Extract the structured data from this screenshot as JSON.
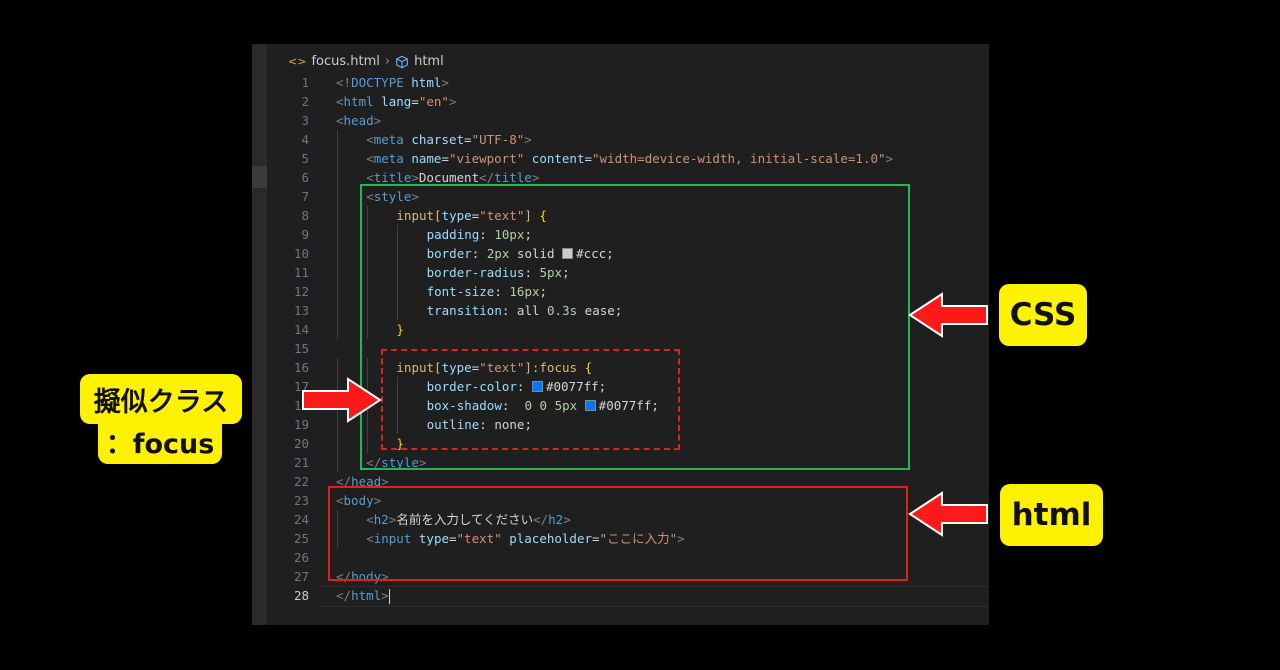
{
  "breadcrumb": {
    "file": "focus.html",
    "symbol": "html"
  },
  "code_lines": [
    [
      [
        "<!",
        "t-punc"
      ],
      [
        "DOCTYPE",
        "t-tag"
      ],
      [
        " ",
        "t-txt"
      ],
      [
        "html",
        "t-attr"
      ],
      [
        ">",
        "t-punc"
      ]
    ],
    [
      [
        "<",
        "t-punc"
      ],
      [
        "html",
        "t-tag"
      ],
      [
        " ",
        "t-txt"
      ],
      [
        "lang",
        "t-attr"
      ],
      [
        "=",
        "t-txt"
      ],
      [
        "\"en\"",
        "t-str"
      ],
      [
        ">",
        "t-punc"
      ]
    ],
    [
      [
        "<",
        "t-punc"
      ],
      [
        "head",
        "t-tag"
      ],
      [
        ">",
        "t-punc"
      ]
    ],
    [
      [
        "<",
        "t-punc"
      ],
      [
        "meta",
        "t-tag"
      ],
      [
        " ",
        "t-txt"
      ],
      [
        "charset",
        "t-attr"
      ],
      [
        "=",
        "t-txt"
      ],
      [
        "\"UTF-8\"",
        "t-str"
      ],
      [
        ">",
        "t-punc"
      ]
    ],
    [
      [
        "<",
        "t-punc"
      ],
      [
        "meta",
        "t-tag"
      ],
      [
        " ",
        "t-txt"
      ],
      [
        "name",
        "t-attr"
      ],
      [
        "=",
        "t-txt"
      ],
      [
        "\"viewport\"",
        "t-str"
      ],
      [
        " ",
        "t-txt"
      ],
      [
        "content",
        "t-attr"
      ],
      [
        "=",
        "t-txt"
      ],
      [
        "\"width=device-width, initial-scale=1.0\"",
        "t-str"
      ],
      [
        ">",
        "t-punc"
      ]
    ],
    [
      [
        "<",
        "t-punc"
      ],
      [
        "title",
        "t-tag"
      ],
      [
        ">",
        "t-punc"
      ],
      [
        "Document",
        "t-txt"
      ],
      [
        "</",
        "t-punc"
      ],
      [
        "title",
        "t-tag"
      ],
      [
        ">",
        "t-punc"
      ]
    ],
    [
      [
        "<",
        "t-punc"
      ],
      [
        "style",
        "t-tag"
      ],
      [
        ">",
        "t-punc"
      ]
    ],
    [
      [
        "input",
        "t-sel"
      ],
      [
        "[",
        "t-sel"
      ],
      [
        "type",
        "t-attr"
      ],
      [
        "=",
        "t-txt"
      ],
      [
        "\"text\"",
        "t-str"
      ],
      [
        "]",
        "t-sel"
      ],
      [
        " ",
        "t-txt"
      ],
      [
        "{",
        "t-brace"
      ]
    ],
    [
      [
        "padding",
        "t-prop"
      ],
      [
        ": ",
        "t-txt"
      ],
      [
        "10px",
        "t-num"
      ],
      [
        ";",
        "t-txt"
      ]
    ],
    [
      [
        "border",
        "t-prop"
      ],
      [
        ": ",
        "t-txt"
      ],
      [
        "2px",
        "t-num"
      ],
      [
        " solid ",
        "t-val"
      ],
      [
        "#cccccc",
        "swatch"
      ],
      [
        "#ccc",
        "t-val"
      ],
      [
        ";",
        "t-txt"
      ]
    ],
    [
      [
        "border-radius",
        "t-prop"
      ],
      [
        ": ",
        "t-txt"
      ],
      [
        "5px",
        "t-num"
      ],
      [
        ";",
        "t-txt"
      ]
    ],
    [
      [
        "font-size",
        "t-prop"
      ],
      [
        ": ",
        "t-txt"
      ],
      [
        "16px",
        "t-num"
      ],
      [
        ";",
        "t-txt"
      ]
    ],
    [
      [
        "transition",
        "t-prop"
      ],
      [
        ": ",
        "t-txt"
      ],
      [
        "all ",
        "t-val"
      ],
      [
        "0.3s",
        "t-num"
      ],
      [
        " ease",
        "t-val"
      ],
      [
        ";",
        "t-txt"
      ]
    ],
    [
      [
        "}",
        "t-brace"
      ]
    ],
    [],
    [
      [
        "input",
        "t-sel"
      ],
      [
        "[",
        "t-sel"
      ],
      [
        "type",
        "t-attr"
      ],
      [
        "=",
        "t-txt"
      ],
      [
        "\"text\"",
        "t-str"
      ],
      [
        "]:focus",
        "t-sel"
      ],
      [
        " ",
        "t-txt"
      ],
      [
        "{",
        "t-brace"
      ]
    ],
    [
      [
        "border-color",
        "t-prop"
      ],
      [
        ": ",
        "t-txt"
      ],
      [
        "#0077ff",
        "swatch"
      ],
      [
        "#0077ff",
        "t-val"
      ],
      [
        ";",
        "t-txt"
      ]
    ],
    [
      [
        "box-shadow",
        "t-prop"
      ],
      [
        ":  ",
        "t-txt"
      ],
      [
        "0",
        "t-num"
      ],
      [
        " ",
        "t-txt"
      ],
      [
        "0",
        "t-num"
      ],
      [
        " ",
        "t-txt"
      ],
      [
        "5px",
        "t-num"
      ],
      [
        " ",
        "t-txt"
      ],
      [
        "#0077ff",
        "swatch"
      ],
      [
        "#0077ff",
        "t-val"
      ],
      [
        ";",
        "t-txt"
      ]
    ],
    [
      [
        "outline",
        "t-prop"
      ],
      [
        ": ",
        "t-txt"
      ],
      [
        "none",
        "t-val"
      ],
      [
        ";",
        "t-txt"
      ]
    ],
    [
      [
        "}",
        "t-brace"
      ]
    ],
    [
      [
        "</",
        "t-punc"
      ],
      [
        "style",
        "t-tag"
      ],
      [
        ">",
        "t-punc"
      ]
    ],
    [
      [
        "</",
        "t-punc"
      ],
      [
        "head",
        "t-tag"
      ],
      [
        ">",
        "t-punc"
      ]
    ],
    [
      [
        "<",
        "t-punc"
      ],
      [
        "body",
        "t-tag"
      ],
      [
        ">",
        "t-punc"
      ]
    ],
    [
      [
        "<",
        "t-punc"
      ],
      [
        "h2",
        "t-tag"
      ],
      [
        ">",
        "t-punc"
      ],
      [
        "名前を入力してください",
        "t-txt"
      ],
      [
        "</",
        "t-punc"
      ],
      [
        "h2",
        "t-tag"
      ],
      [
        ">",
        "t-punc"
      ]
    ],
    [
      [
        "<",
        "t-punc"
      ],
      [
        "input",
        "t-tag"
      ],
      [
        " ",
        "t-txt"
      ],
      [
        "type",
        "t-attr"
      ],
      [
        "=",
        "t-txt"
      ],
      [
        "\"text\"",
        "t-str"
      ],
      [
        " ",
        "t-txt"
      ],
      [
        "placeholder",
        "t-attr"
      ],
      [
        "=",
        "t-txt"
      ],
      [
        "\"ここに入力\"",
        "t-str"
      ],
      [
        ">",
        "t-punc"
      ]
    ],
    [],
    [
      [
        "</",
        "t-punc"
      ],
      [
        "body",
        "t-tag"
      ],
      [
        ">",
        "t-punc"
      ]
    ],
    [
      [
        "</",
        "t-punc"
      ],
      [
        "html",
        "t-tag"
      ],
      [
        ">",
        "t-punc"
      ]
    ]
  ],
  "indents": [
    0,
    0,
    0,
    1,
    1,
    1,
    1,
    2,
    3,
    3,
    3,
    3,
    3,
    2,
    0,
    2,
    3,
    3,
    3,
    2,
    1,
    0,
    0,
    1,
    1,
    0,
    0,
    0
  ],
  "active_line": 28,
  "callouts": {
    "css": "CSS",
    "html": "html",
    "pseudo_line1": "擬似クラス",
    "pseudo_line2": "：focus"
  },
  "colors": {
    "style_box": "#1db954",
    "focus_box": "#e02020",
    "body_box": "#e02020",
    "callout_bg": "#fff200",
    "arrow": "#ff1a1a"
  }
}
